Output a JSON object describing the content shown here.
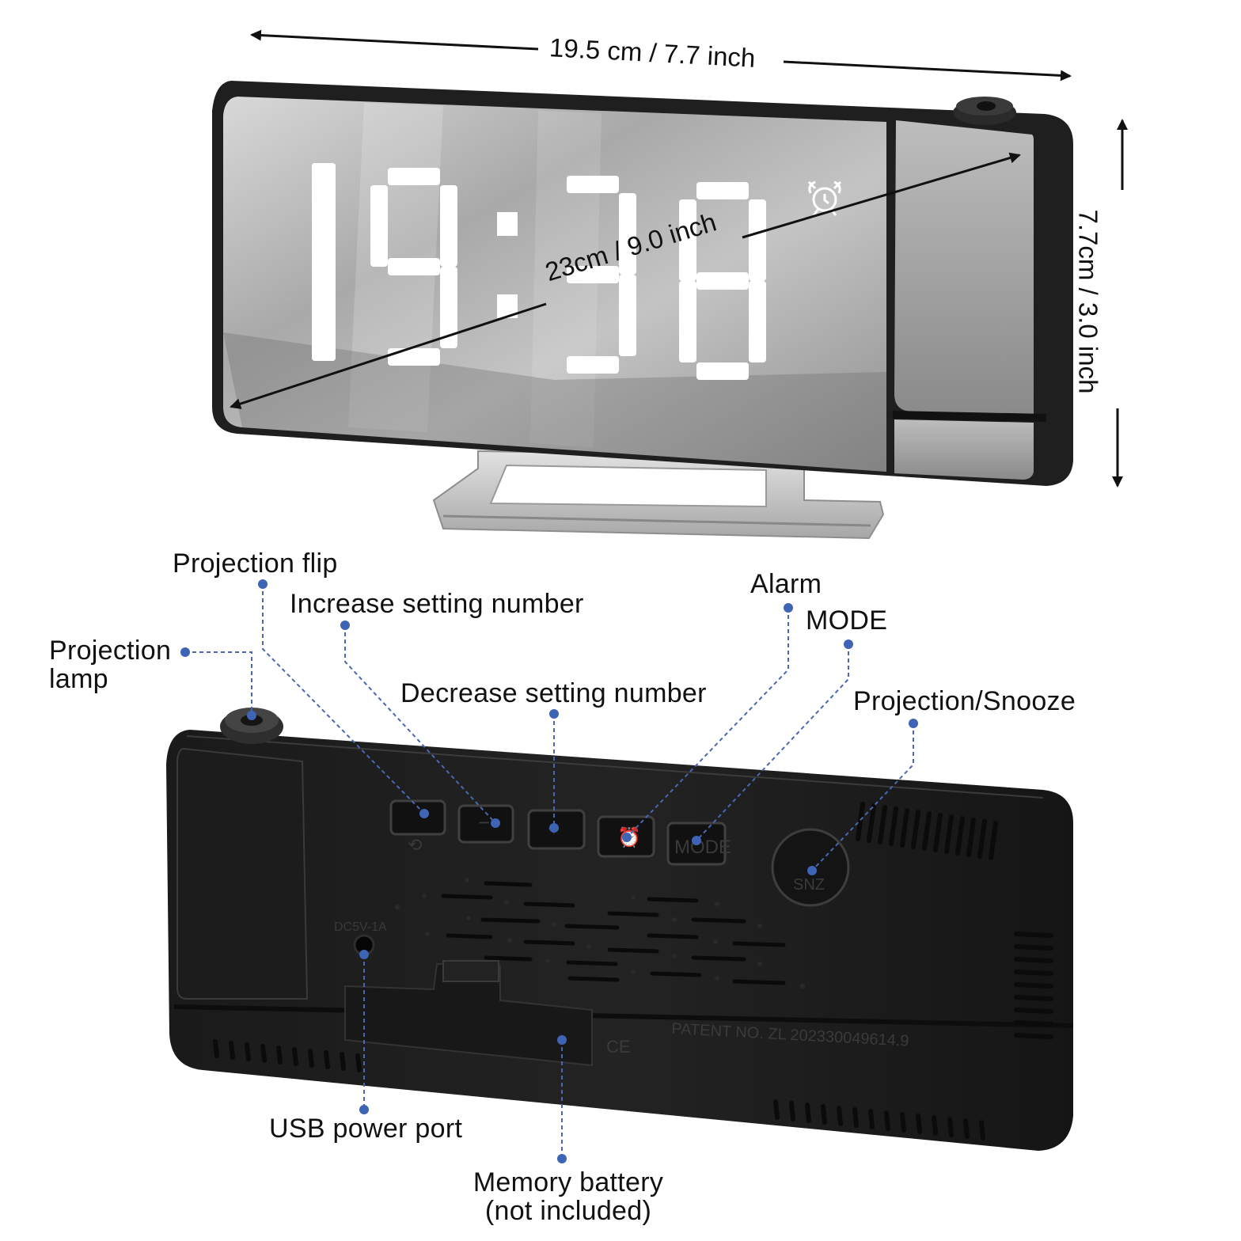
{
  "dimensions": {
    "width": "19.5 cm / 7.7 inch",
    "height": "7.7cm / 3.0 inch",
    "diagonal": "23cm / 9.0 inch"
  },
  "display": {
    "time": "19:38",
    "alarm_icon": "alarm-clock-icon",
    "digit_color": "#ffffff"
  },
  "callouts": {
    "projection_lamp": [
      "Projection",
      "lamp"
    ],
    "projection_flip": "Projection flip",
    "increase": "Increase setting number",
    "decrease": "Decrease setting number",
    "alarm": "Alarm",
    "mode": "MODE",
    "projection_snooze": "Projection/Snooze",
    "usb_port": "USB power port",
    "memory_battery": [
      "Memory battery",
      "(not included)"
    ]
  },
  "device_back": {
    "button_mode_text": "MODE",
    "snooze_text": "SNZ",
    "power_rating": "DC5V-1A",
    "patent": "PATENT NO. ZL 202330049614.9",
    "ce_mark": "CE"
  },
  "colors": {
    "callout_dot": "#3f63b5",
    "body": "#1b1b1b",
    "stand": "#c9c9c9"
  }
}
